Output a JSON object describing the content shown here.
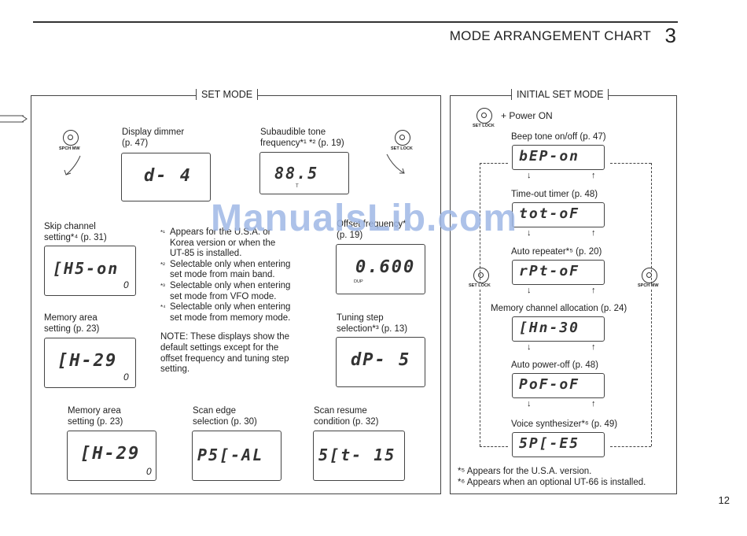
{
  "header": {
    "title": "MODE ARRANGEMENT CHART",
    "chapter": "3"
  },
  "page_number": "12",
  "watermark": "ManualsLib.com",
  "set_mode": {
    "title": "SET MODE",
    "display_dimmer": {
      "label": "Display dimmer\n(p. 47)",
      "lcd": "d- 4"
    },
    "subaudible_tone": {
      "label": "Subaudible tone\nfrequency*¹ *² (p. 19)",
      "lcd": "88.5",
      "lcd_sub": "T"
    },
    "skip_channel": {
      "label": "Skip channel\nsetting*⁴ (p. 31)",
      "lcd": "[H5-on",
      "lcd_sub": "0"
    },
    "offset_frequency": {
      "label": "Offset frequency*\n(p. 19)",
      "lcd": "0.600",
      "lcd_sub": "DUP"
    },
    "memory_area_1": {
      "label": "Memory area\nsetting (p. 23)",
      "lcd": "[H-29",
      "lcd_sub": "0"
    },
    "tuning_step": {
      "label": "Tuning step\nselection*³ (p. 13)",
      "lcd": "dP- 5"
    },
    "memory_area_2": {
      "label": "Memory area\nsetting (p. 23)",
      "lcd": "[H-29",
      "lcd_sub": "0"
    },
    "scan_edge": {
      "label": "Scan edge\nselection (p. 30)",
      "lcd": "P5[-AL"
    },
    "scan_resume": {
      "label": "Scan resume\ncondition (p. 32)",
      "lcd": "5[t- 15"
    },
    "footnotes": [
      {
        "mark": "*¹",
        "text": "Appears for the U.S.A. or\nKorea version or when the\nUT-85 is installed."
      },
      {
        "mark": "*²",
        "text": "Selectable only when entering\nset mode from main band."
      },
      {
        "mark": "*³",
        "text": "Selectable only when entering\nset mode from VFO mode."
      },
      {
        "mark": "*⁴",
        "text": "Selectable only when entering\nset mode from memory mode."
      }
    ],
    "note": "NOTE: These displays show the\ndefault settings except for the\noffset frequency and tuning step\nsetting.",
    "buttons": {
      "left": "SPCH MW",
      "right": "SET LOCK"
    }
  },
  "initial_set_mode": {
    "title": "INITIAL SET MODE",
    "power_on": "+ Power ON",
    "items": [
      {
        "label": "Beep tone on/off (p. 47)",
        "lcd": "bEP-on"
      },
      {
        "label": "Time-out timer (p. 48)",
        "lcd": "tot-oF"
      },
      {
        "label": "Auto repeater*⁵ (p. 20)",
        "lcd": "rPt-oF"
      },
      {
        "label": "Memory channel allocation (p. 24)",
        "lcd": "[Hn-30"
      },
      {
        "label": "Auto power-off (p. 48)",
        "lcd": "PoF-oF"
      },
      {
        "label": "Voice synthesizer*⁶ (p. 49)",
        "lcd": "5P[-E5"
      }
    ],
    "buttons": {
      "top": "SET LOCK",
      "left": "SET LOCK",
      "right": "SPCH MW"
    },
    "footnotes": [
      "*⁵ Appears for the U.S.A. version.",
      "*⁶ Appears when an optional UT-66 is installed."
    ]
  }
}
